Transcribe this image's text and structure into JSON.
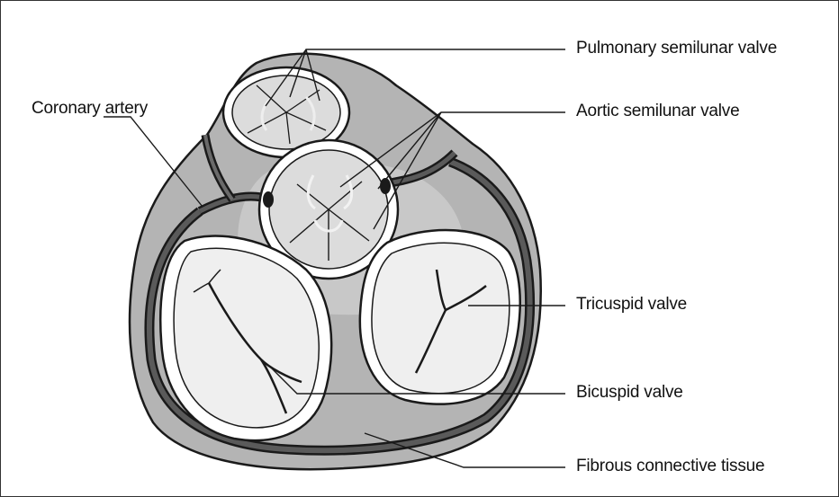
{
  "labels": {
    "pulmonary": "Pulmonary semilunar valve",
    "aortic": "Aortic semilunar valve",
    "coronary": "Coronary artery",
    "tricuspid": "Tricuspid valve",
    "bicuspid": "Bicuspid valve",
    "fibrous": "Fibrous connective tissue"
  },
  "colors": {
    "tissue": "#b4b4b4",
    "tissue_light": "#cfcfcf",
    "artery": "#5a5a5a",
    "outline": "#1a1a1a",
    "leaflet": "#dcdcdc",
    "leaflet_light": "#efefef"
  }
}
